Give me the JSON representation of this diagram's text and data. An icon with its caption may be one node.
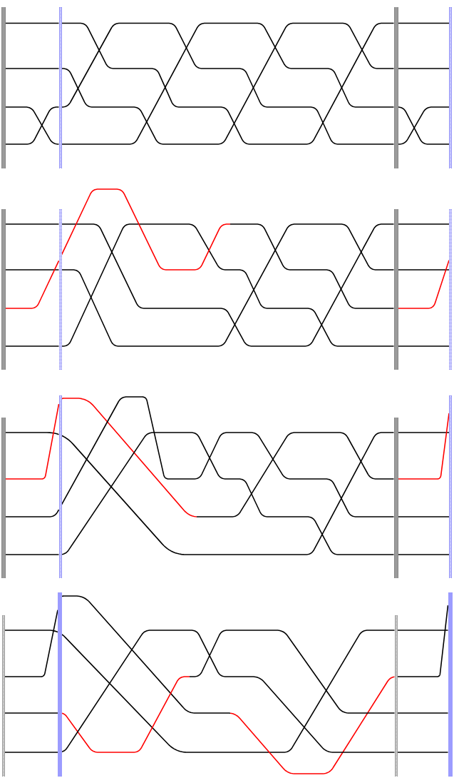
{
  "diagram": {
    "nodes": [
      {
        "text": [],
        "shape": "bar"
      },
      {
        "text": [],
        "shape": "bar"
      },
      {
        "text": [],
        "shape": "bar"
      },
      {
        "text": [],
        "shape": "bar"
      },
      {
        "text": [],
        "shape": "bar"
      },
      {
        "text": [],
        "shape": "bar"
      },
      {
        "text": [],
        "shape": "bar"
      },
      {
        "text": [],
        "shape": "bar"
      },
      {
        "text": [],
        "shape": "bar"
      },
      {
        "text": [],
        "shape": "bar"
      },
      {
        "text": [],
        "shape": "bar"
      },
      {
        "text": [],
        "shape": "bar"
      },
      {
        "text": [],
        "shape": "bar"
      },
      {
        "text": [],
        "shape": "bar"
      },
      {
        "text": [],
        "shape": "bar"
      },
      {
        "text": [],
        "shape": "bar"
      }
    ],
    "edges": [
      {
        "from": 0,
        "to": 1,
        "arrow": "none"
      },
      {
        "from": 1,
        "to": 2,
        "arrow": "none"
      },
      {
        "from": 2,
        "to": 3,
        "arrow": "none"
      },
      {
        "from": 0,
        "to": 1,
        "arrow": "none"
      },
      {
        "from": 1,
        "to": 2,
        "arrow": "none"
      },
      {
        "from": 2,
        "to": 3,
        "arrow": "none"
      },
      {
        "from": 0,
        "to": 1,
        "arrow": "none"
      },
      {
        "from": 1,
        "to": 2,
        "arrow": "none"
      },
      {
        "from": 2,
        "to": 3,
        "arrow": "none"
      },
      {
        "from": 0,
        "to": 1,
        "arrow": "none"
      },
      {
        "from": 1,
        "to": 2,
        "arrow": "none"
      },
      {
        "from": 2,
        "to": 3,
        "arrow": "none"
      },
      {
        "from": 4,
        "to": 5,
        "arrow": "none"
      },
      {
        "from": 5,
        "to": 6,
        "arrow": "none"
      },
      {
        "from": 6,
        "to": 7,
        "arrow": "none"
      },
      {
        "from": 4,
        "to": 5,
        "arrow": "none"
      },
      {
        "from": 5,
        "to": 6,
        "arrow": "none"
      },
      {
        "from": 6,
        "to": 7,
        "arrow": "none"
      },
      {
        "from": 4,
        "to": 5,
        "arrow": "none"
      },
      {
        "from": 5,
        "to": 6,
        "arrow": "none"
      },
      {
        "from": 6,
        "to": 7,
        "arrow": "none"
      },
      {
        "from": 4,
        "to": 5,
        "arrow": "none",
        "color": "#ff0000"
      },
      {
        "from": 5,
        "to": null,
        "arrow": "none",
        "color": "#ff0000"
      },
      {
        "from": null,
        "to": 6,
        "arrow": "none"
      },
      {
        "from": 6,
        "to": 7,
        "arrow": "none",
        "color": "#ff0000"
      },
      {
        "from": 8,
        "to": 9,
        "arrow": "none"
      },
      {
        "from": 9,
        "to": 10,
        "arrow": "none"
      },
      {
        "from": 10,
        "to": 11,
        "arrow": "none"
      },
      {
        "from": 8,
        "to": 9,
        "arrow": "none",
        "color": "#ff0000"
      },
      {
        "from": 9,
        "to": null,
        "arrow": "none",
        "color": "#ff0000"
      },
      {
        "from": null,
        "to": 10,
        "arrow": "none"
      },
      {
        "from": 10,
        "to": 11,
        "arrow": "none",
        "color": "#ff0000"
      },
      {
        "from": 8,
        "to": 9,
        "arrow": "none"
      },
      {
        "from": 9,
        "to": 10,
        "arrow": "none"
      },
      {
        "from": 10,
        "to": 11,
        "arrow": "none"
      },
      {
        "from": 8,
        "to": 9,
        "arrow": "none"
      },
      {
        "from": 9,
        "to": 10,
        "arrow": "none"
      },
      {
        "from": 10,
        "to": 11,
        "arrow": "none"
      },
      {
        "from": 12,
        "to": 13,
        "arrow": "none"
      },
      {
        "from": 13,
        "to": 14,
        "arrow": "none"
      },
      {
        "from": 14,
        "to": 15,
        "arrow": "none"
      },
      {
        "from": 12,
        "to": 13,
        "arrow": "none"
      },
      {
        "from": 13,
        "to": null,
        "arrow": "none"
      },
      {
        "from": null,
        "to": 14,
        "arrow": "none",
        "color": "#ff0000"
      },
      {
        "from": 14,
        "to": 15,
        "arrow": "none"
      },
      {
        "from": 12,
        "to": 13,
        "arrow": "none"
      },
      {
        "from": 13,
        "to": null,
        "arrow": "none",
        "color": "#ff0000"
      },
      {
        "from": null,
        "to": 14,
        "arrow": "none"
      },
      {
        "from": 14,
        "to": 15,
        "arrow": "none"
      },
      {
        "from": 12,
        "to": 13,
        "arrow": "none"
      },
      {
        "from": 13,
        "to": 14,
        "arrow": "none"
      },
      {
        "from": 14,
        "to": 15,
        "arrow": "none"
      }
    ]
  }
}
